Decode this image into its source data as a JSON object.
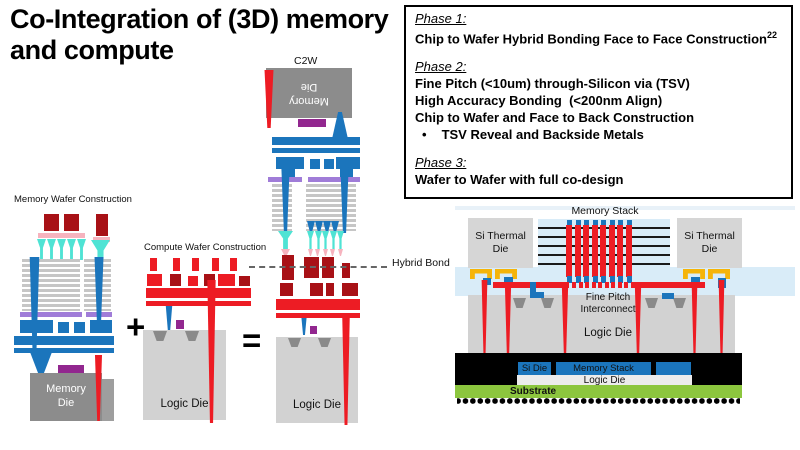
{
  "title": "Co-Integration of (3D) memory and compute",
  "phases": {
    "p1": {
      "heading": "Phase 1:",
      "line1": "Chip to Wafer Hybrid Bonding Face to Face Construction",
      "sup": "22"
    },
    "p2": {
      "heading": "Phase 2:",
      "line1": "Fine Pitch (<10um) through-Silicon via (TSV)",
      "line2": "High Accuracy Bonding  (<200nm Align)",
      "line3": "Chip to Wafer and Face to Back Construction",
      "bullet": "•",
      "bullet1": "TSV Reveal and Backside Metals"
    },
    "p3": {
      "heading": "Phase 3:",
      "line1": "Wafer to Wafer with full co-design"
    }
  },
  "memory_wafer": {
    "label": "Memory Wafer Construction",
    "die_label": "Memory Die"
  },
  "compute_wafer": {
    "label": "Compute Wafer Construction",
    "die_label": "Logic Die"
  },
  "operators": {
    "plus": "+",
    "equals": "="
  },
  "c2w": {
    "label": "C2W",
    "die_label": "Memory Die",
    "logic_die_label": "Logic Die",
    "hybrid_bond_label": "Hybrid Bond"
  },
  "cross_section": {
    "memory_stack_label": "Memory Stack",
    "si_thermal_die_label": "Si Thermal Die",
    "fine_pitch_label": "Fine Pitch Interconnect",
    "logic_die_label": "Logic Die",
    "package": {
      "si_die": "Si Die",
      "memory_stack": "Memory Stack",
      "logic_die": "Logic Die",
      "substrate": "Substrate"
    }
  },
  "colors": {
    "red": "#ED1C24",
    "dark_red": "#A81116",
    "blue": "#1B75BC",
    "cyan": "#4FE3D4",
    "pink": "#F6B3BE",
    "purple": "#92278F",
    "lavender": "#A07CD8",
    "die_gray": "#8C8C8C",
    "light_gray": "#D2D2D2",
    "pale_blue": "#D9ECF8",
    "yellow": "#F5B40A",
    "substrate_green": "#8CC63E",
    "text": "#000000"
  }
}
